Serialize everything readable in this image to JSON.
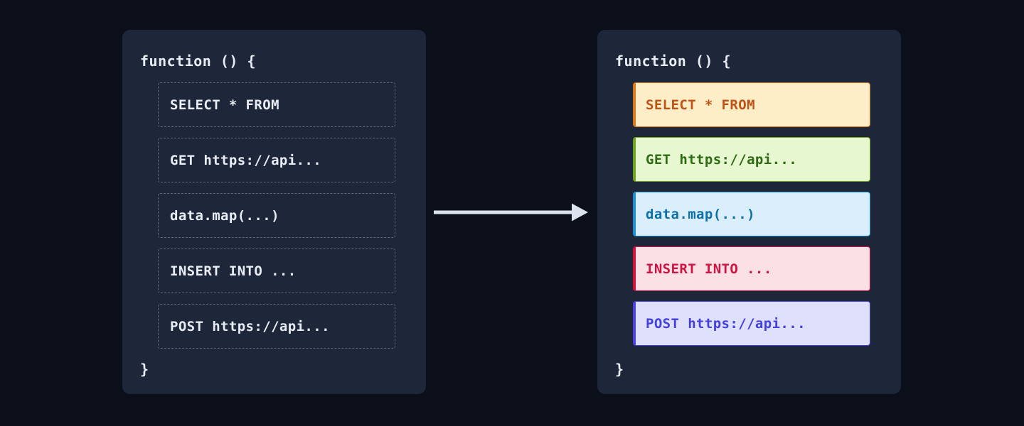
{
  "theme": {
    "canvas_bg": "#0b0f1a",
    "panel_bg": "#1e2739",
    "code_text": "#e8ecf4",
    "dashed_border": "#5d6878",
    "arrow_color": "#dde3ee"
  },
  "left_panel": {
    "title": "function () {",
    "closing": "}",
    "rows": [
      {
        "text": "SELECT * FROM"
      },
      {
        "text": "GET https://api..."
      },
      {
        "text": "data.map(...)"
      },
      {
        "text": "INSERT INTO ..."
      },
      {
        "text": "POST https://api..."
      }
    ]
  },
  "right_panel": {
    "title": "function () {",
    "closing": "}",
    "rows": [
      {
        "text": "SELECT * FROM",
        "bg": "#fdeec7",
        "border": "#d9791f",
        "accent": "#d9791f",
        "fg": "#bf5316"
      },
      {
        "text": "GET https://api...",
        "bg": "#e7f7cf",
        "border": "#6fa321",
        "accent": "#6fa321",
        "fg": "#2f6b12"
      },
      {
        "text": "data.map(...)",
        "bg": "#dbeefb",
        "border": "#1f8fd0",
        "accent": "#1f8fd0",
        "fg": "#0c6fa8"
      },
      {
        "text": "INSERT INTO ...",
        "bg": "#fbe0e5",
        "border": "#d5123f",
        "accent": "#d5123f",
        "fg": "#ce1440"
      },
      {
        "text": "POST https://api...",
        "bg": "#dfe0fb",
        "border": "#4a43e0",
        "accent": "#4a43e0",
        "fg": "#4340de"
      }
    ]
  },
  "arrow": {
    "name": "transformation-arrow",
    "direction": "right"
  }
}
